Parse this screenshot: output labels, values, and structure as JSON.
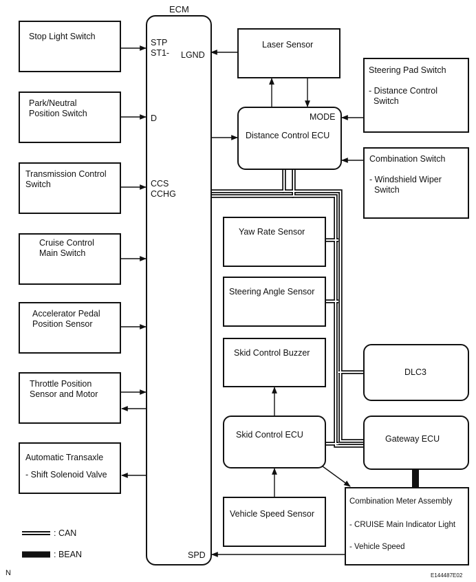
{
  "ecm": {
    "title": "ECM",
    "pins": {
      "stp": "STP",
      "st1": "ST1-",
      "lgnd": "LGND",
      "d": "D",
      "ccs": "CCS",
      "cchg": "CCHG",
      "spd": "SPD"
    }
  },
  "left_components": {
    "stop_light_switch": "Stop Light Switch",
    "park_neutral": "Park/Neutral\nPosition Switch",
    "transmission_control": "Transmission Control\nSwitch",
    "cruise_main": "Cruise Control\nMain Switch",
    "accel_pedal": "Accelerator Pedal\nPosition Sensor",
    "throttle": "Throttle Position\nSensor and Motor",
    "auto_transaxle": "Automatic Transaxle",
    "shift_solenoid": "- Shift Solenoid Valve"
  },
  "right_components": {
    "laser_sensor": "Laser Sensor",
    "steering_pad_switch": "Steering Pad Switch",
    "distance_control_switch": "- Distance Control\n  Switch",
    "mode_pin": "MODE",
    "distance_control_ecu": "Distance Control ECU",
    "combination_switch": "Combination Switch",
    "windshield_wiper_switch": "- Windshield Wiper\n  Switch",
    "yaw_rate_sensor": "Yaw Rate Sensor",
    "steering_angle_sensor": "Steering Angle Sensor",
    "skid_control_buzzer": "Skid Control Buzzer",
    "dlc3": "DLC3",
    "skid_control_ecu": "Skid Control ECU",
    "gateway_ecu": "Gateway ECU",
    "vehicle_speed_sensor": "Vehicle Speed Sensor",
    "combination_meter": "Combination Meter Assembly",
    "cruise_indicator": "- CRUISE Main Indicator Light",
    "vehicle_speed": "- Vehicle Speed"
  },
  "legend": {
    "can": ": CAN",
    "bean": ": BEAN"
  },
  "footer": {
    "north_mark": "N",
    "figure_code": "E144487E02"
  }
}
